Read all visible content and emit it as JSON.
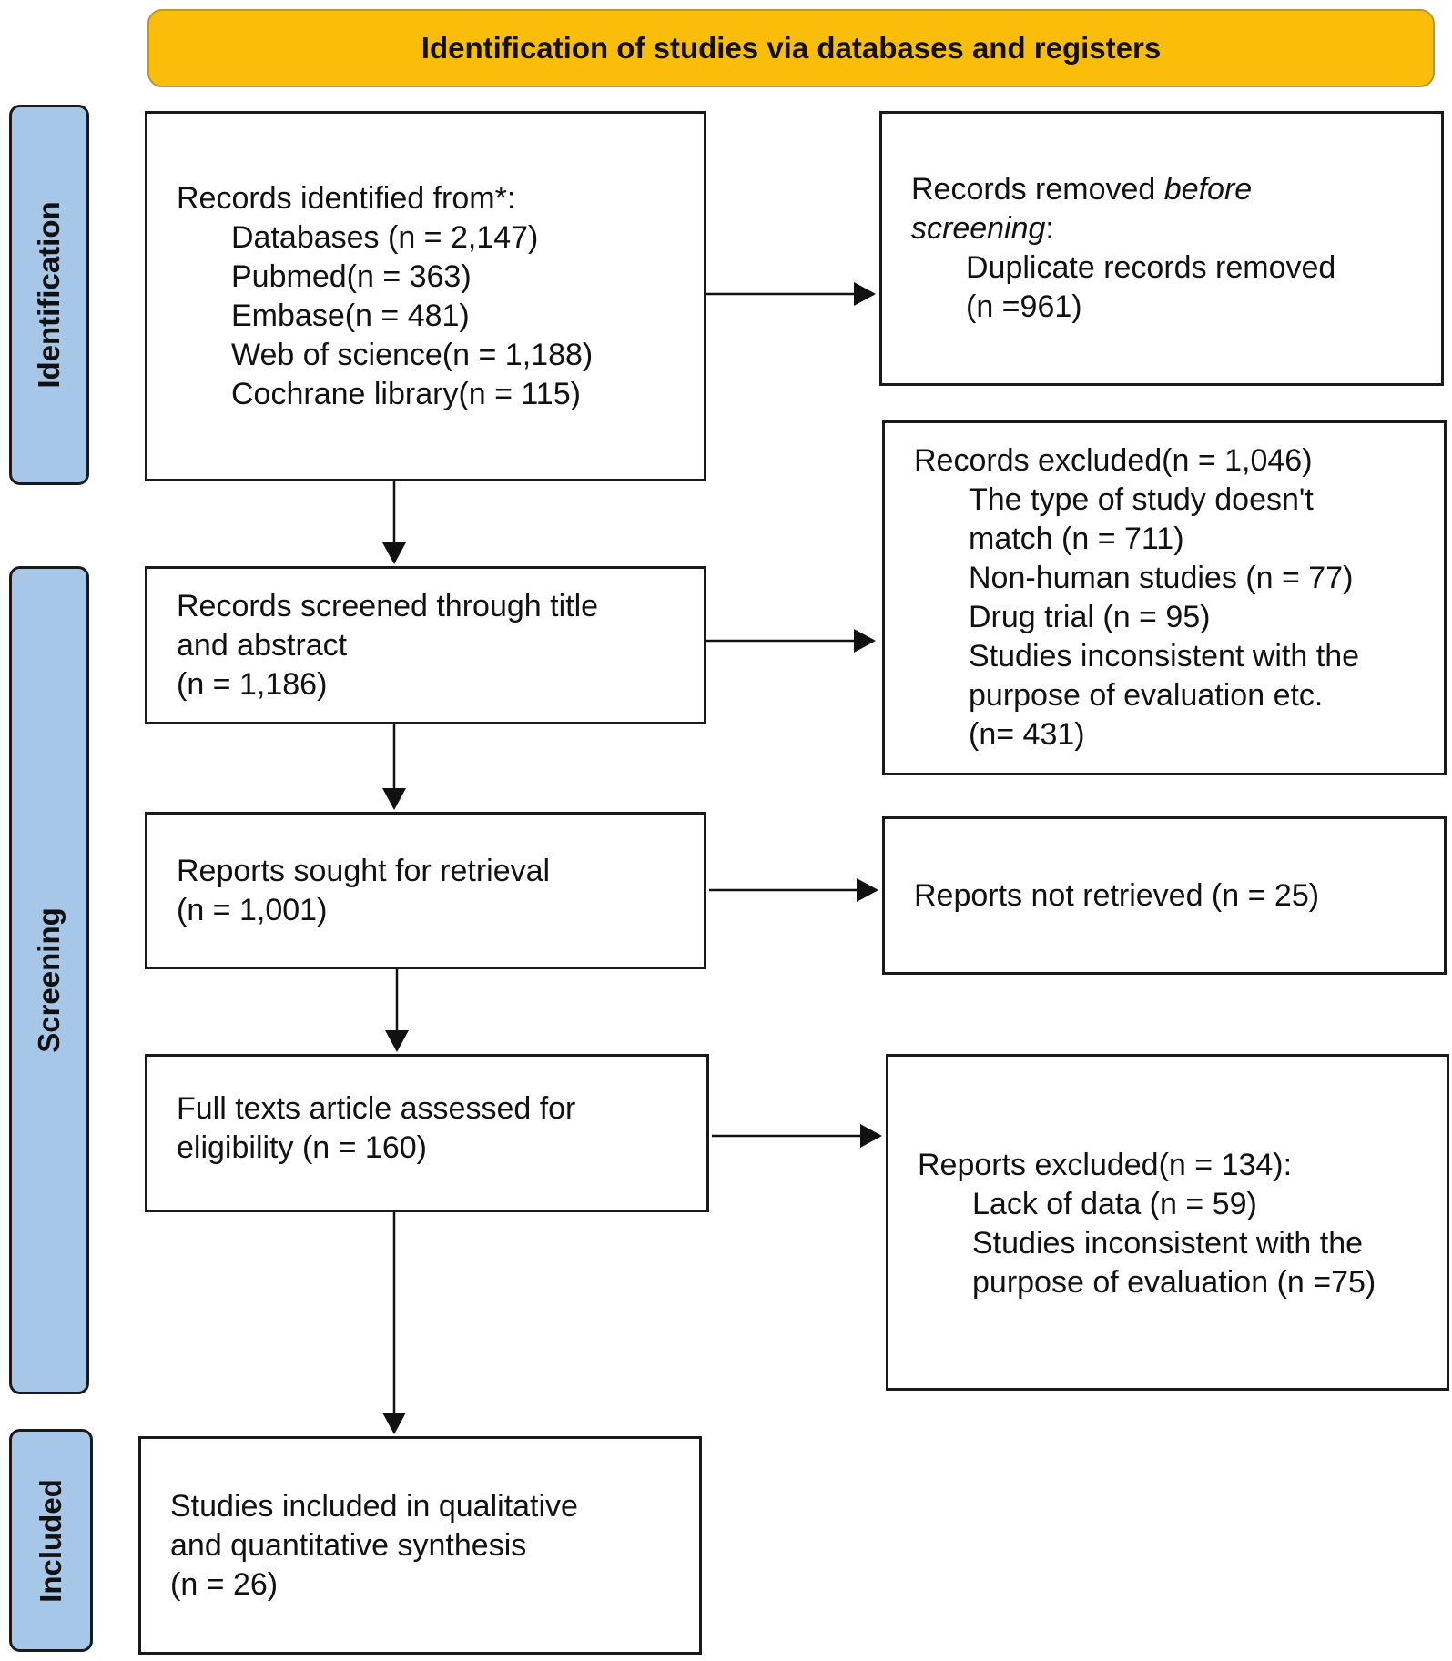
{
  "header": {
    "title": "Identification of studies via databases and registers"
  },
  "phases": {
    "identification": "Identification",
    "screening": "Screening",
    "included": "Included"
  },
  "boxes": {
    "records_identified": {
      "heading": "Records identified from*:",
      "items": [
        "Databases (n = 2,147)",
        "Pubmed(n = 363)",
        "Embase(n = 481)",
        "Web of science(n = 1,188)",
        "Cochrane library(n = 115)"
      ]
    },
    "records_removed": {
      "heading_prefix": "Records removed ",
      "heading_emph1": "before",
      "heading_emph2": "screening",
      "heading_suffix": ":",
      "items": [
        "Duplicate records removed",
        "(n =961)"
      ]
    },
    "records_screened": {
      "lines": [
        "Records screened through title",
        "and abstract",
        "(n = 1,186)"
      ]
    },
    "records_excluded": {
      "heading": "Records excluded(n = 1,046)",
      "items": [
        "The type of study doesn't",
        "match (n = 711)",
        "Non-human studies (n = 77)",
        "Drug trial (n = 95)",
        "Studies inconsistent with the",
        "purpose of evaluation etc.",
        "(n= 431)"
      ]
    },
    "reports_sought": {
      "lines": [
        "Reports sought for retrieval",
        "(n = 1,001)"
      ]
    },
    "reports_not_retrieved": {
      "lines": [
        "Reports not retrieved (n = 25)"
      ]
    },
    "full_texts": {
      "lines": [
        "Full texts article assessed for",
        "eligibility (n = 160)"
      ]
    },
    "reports_excluded": {
      "heading": "Reports excluded(n = 134):",
      "items": [
        "Lack of data (n = 59)",
        "Studies inconsistent with the",
        "purpose of evaluation (n =75)"
      ]
    },
    "studies_included": {
      "lines": [
        "Studies included in qualitative",
        "and quantitative synthesis",
        "(n = 26)"
      ]
    }
  }
}
